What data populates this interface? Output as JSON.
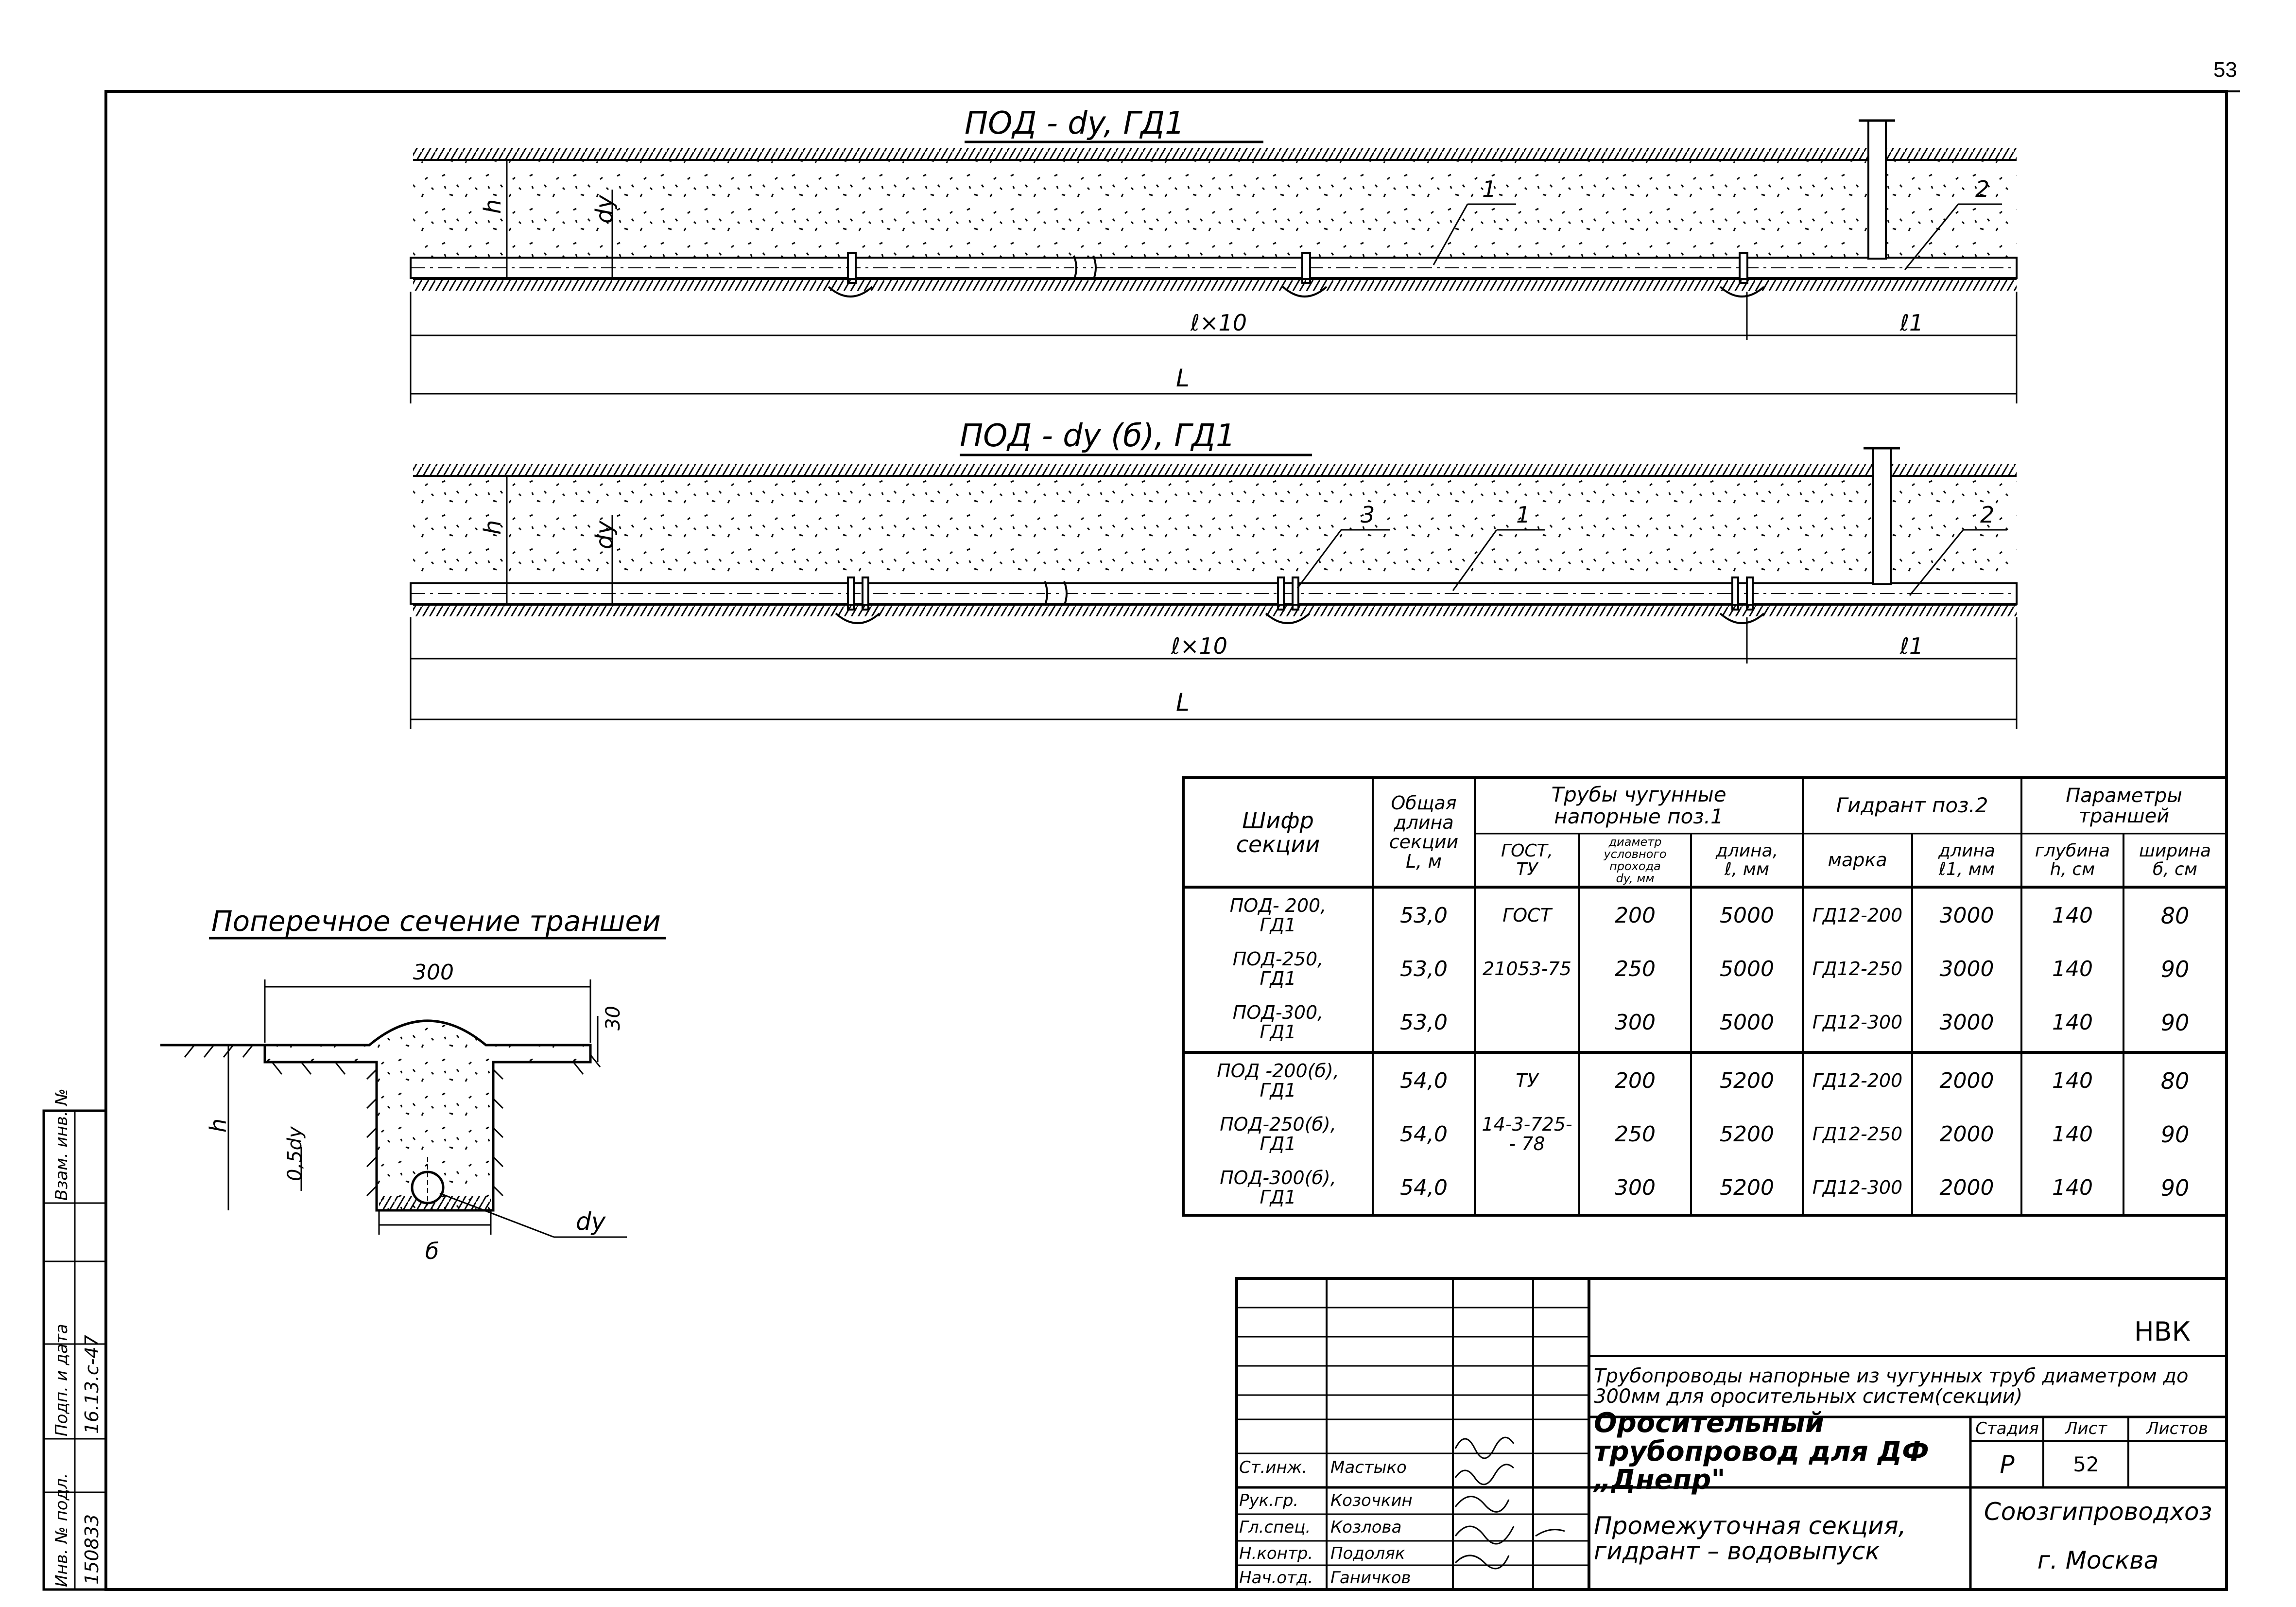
{
  "page_number": "53",
  "drawing1": {
    "title": "ПОД - dy, ГД1",
    "labels": {
      "h": "h",
      "dy": "dy",
      "lx10": "ℓ×10",
      "l1": "ℓ1",
      "L": "L",
      "pos1": "1",
      "pos2": "2"
    }
  },
  "drawing2": {
    "title": "ПОД - dy (б), ГД1",
    "labels": {
      "h": "h",
      "dy": "dy",
      "lx10": "ℓ×10",
      "l1": "ℓ1",
      "L": "L",
      "pos1": "1",
      "pos2": "2",
      "pos3": "3"
    }
  },
  "cross_section": {
    "title": "Поперечное сечение траншеи",
    "labels": {
      "width": "300",
      "height": "30",
      "h": "h",
      "half_dy": "0,5dy",
      "dy": "dy",
      "b": "б"
    }
  },
  "spec_table": {
    "headers": {
      "cipher": "Шифр\nсекции",
      "total_length": "Общая\nдлина\nсекции\nL, м",
      "pipes_group": "Трубы чугунные\nнапорные поз.1",
      "gost": "ГОСТ,\nТУ",
      "diameter": "диаметр\nусловного\nпрохода\ndy, мм",
      "pipe_length": "длина,\nℓ, мм",
      "hydrant_group": "Гидрант поз.2",
      "brand": "марка",
      "hydrant_length": "длина\nℓ1, мм",
      "trench_group": "Параметры\nтраншей",
      "depth": "глубина\nh, см",
      "width": "ширина\nб, см"
    },
    "rows": [
      {
        "cipher": "ПОД- 200,\nГД1",
        "length": "53,0",
        "gost": "ГОСТ",
        "diameter": "200",
        "pipe_length": "5000",
        "brand": "ГД12-200",
        "hydrant_length": "3000",
        "depth": "140",
        "width": "80"
      },
      {
        "cipher": "ПОД-250,\nГД1",
        "length": "53,0",
        "gost": "21053-75",
        "diameter": "250",
        "pipe_length": "5000",
        "brand": "ГД12-250",
        "hydrant_length": "3000",
        "depth": "140",
        "width": "90"
      },
      {
        "cipher": "ПОД-300,\nГД1",
        "length": "53,0",
        "gost": "",
        "diameter": "300",
        "pipe_length": "5000",
        "brand": "ГД12-300",
        "hydrant_length": "3000",
        "depth": "140",
        "width": "90"
      },
      {
        "cipher": "ПОД -200(б),\nГД1",
        "length": "54,0",
        "gost": "ТУ",
        "diameter": "200",
        "pipe_length": "5200",
        "brand": "ГД12-200",
        "hydrant_length": "2000",
        "depth": "140",
        "width": "80"
      },
      {
        "cipher": "ПОД-250(б),\nГД1",
        "length": "54,0",
        "gost": "14-3-725-\n- 78",
        "diameter": "250",
        "pipe_length": "5200",
        "brand": "ГД12-250",
        "hydrant_length": "2000",
        "depth": "140",
        "width": "90"
      },
      {
        "cipher": "ПОД-300(б),\nГД1",
        "length": "54,0",
        "gost": "",
        "diameter": "300",
        "pipe_length": "5200",
        "brand": "ГД12-300",
        "hydrant_length": "2000",
        "depth": "140",
        "width": "90"
      }
    ]
  },
  "title_block": {
    "code": "НВК",
    "subject": "Трубопроводы напорные из чугунных труб диаметром до 300мм для оросительных систем(секции)",
    "object": "Оросительный трубопровод для ДФ „Днепр\"",
    "sheet_title": "Промежуточная секция, гидрант – водовыпуск",
    "organization": "Союзгипроводхоз",
    "city": "г. Москва",
    "stage_label": "Стадия",
    "sheet_label": "Лист",
    "sheets_label": "Листов",
    "stage": "Р",
    "sheet": "52",
    "sheets": "",
    "staff": [
      {
        "role": "Ст.инж.",
        "name": "Мастыко"
      },
      {
        "role": "Рук.гр.",
        "name": "Козочкин"
      },
      {
        "role": "Гл.спец.",
        "name": "Козлова"
      },
      {
        "role": "Н.контр.",
        "name": "Подоляк"
      },
      {
        "role": "Нач.отд.",
        "name": "Ганичков"
      }
    ]
  },
  "side_stamp": {
    "inv_label": "Инв. № подл.",
    "sign_label": "Подп. и дата",
    "replace_label": "Взам. инв. №",
    "inv_value": "150833",
    "date_value": "16.13.с-47"
  }
}
